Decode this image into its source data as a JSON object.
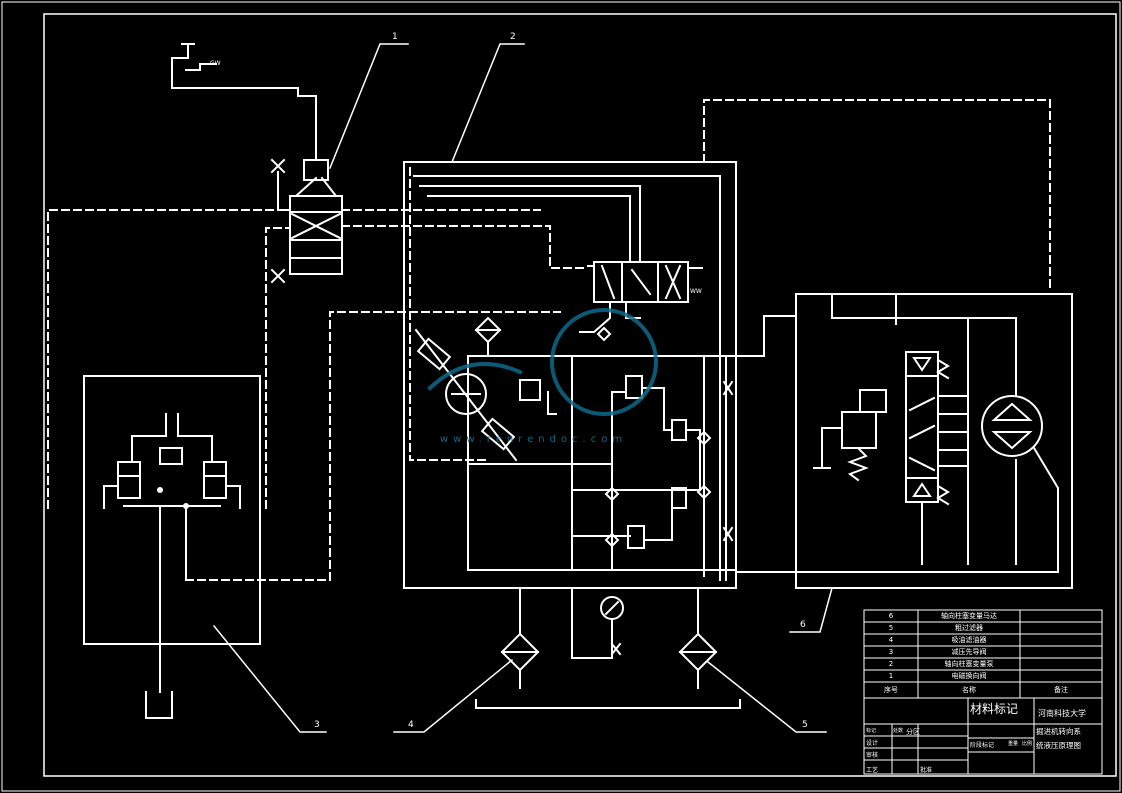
{
  "callouts": [
    "1",
    "2",
    "3",
    "4",
    "5",
    "6"
  ],
  "gas_mark": "GW",
  "spring_mark": "WW",
  "watermark": "www.renrendoc.com",
  "bom": {
    "rows": [
      {
        "no": "6",
        "name": "轴向柱塞变量马达",
        "note": ""
      },
      {
        "no": "5",
        "name": "粗过滤器",
        "note": ""
      },
      {
        "no": "4",
        "name": "吸油滤油器",
        "note": ""
      },
      {
        "no": "3",
        "name": "减压先导阀",
        "note": ""
      },
      {
        "no": "2",
        "name": "轴向柱塞变量泵",
        "note": ""
      },
      {
        "no": "1",
        "name": "电磁换向阀",
        "note": ""
      }
    ],
    "header": {
      "no": "序号",
      "name": "名称",
      "note": "备注"
    }
  },
  "title_block": {
    "material": "材料标记",
    "school": "河南科技大学",
    "drawing_title_1": "掘进机转向系",
    "drawing_title_2": "统液压原理图",
    "design": "设计",
    "review": "审核",
    "process": "工艺",
    "approve": "批准",
    "mark": "标记",
    "count": "处数",
    "zone": "分区",
    "stage_mark": "阶段标记",
    "weight": "重量",
    "scale": "比例"
  }
}
